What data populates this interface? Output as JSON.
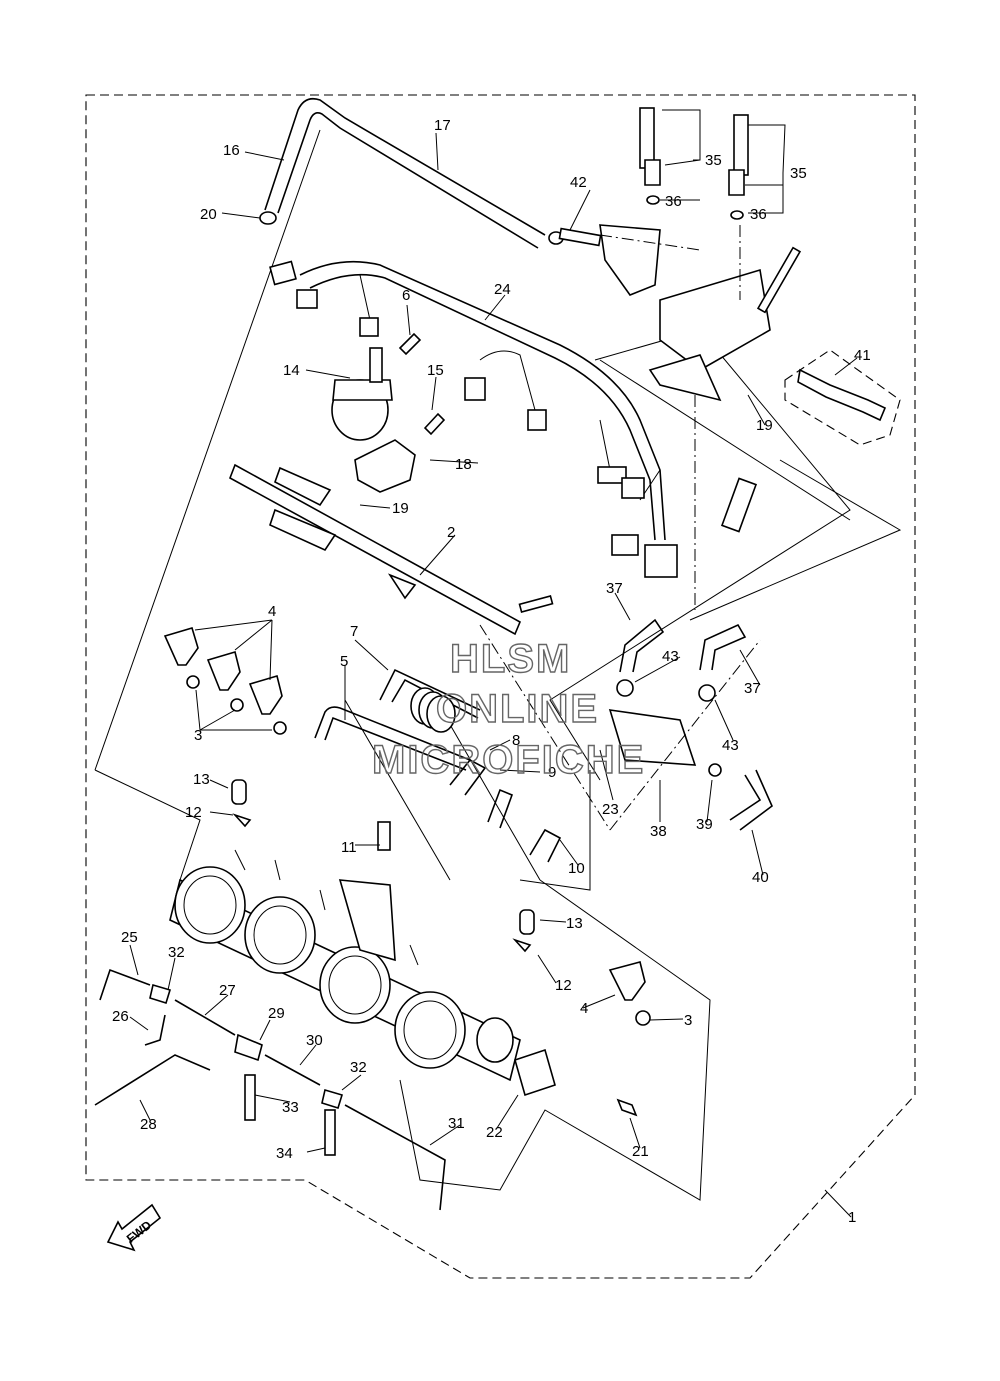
{
  "watermark": {
    "line1": "HLSM",
    "line2": "ONLINE",
    "line3": "MICROFICHE"
  },
  "fwd_label": "FWD",
  "callouts": [
    {
      "id": "c1",
      "text": "1"
    },
    {
      "id": "c2",
      "text": "2"
    },
    {
      "id": "c3a",
      "text": "3"
    },
    {
      "id": "c3b",
      "text": "3"
    },
    {
      "id": "c4a",
      "text": "4"
    },
    {
      "id": "c4b",
      "text": "4"
    },
    {
      "id": "c5",
      "text": "5"
    },
    {
      "id": "c6",
      "text": "6"
    },
    {
      "id": "c7",
      "text": "7"
    },
    {
      "id": "c8",
      "text": "8"
    },
    {
      "id": "c9",
      "text": "9"
    },
    {
      "id": "c10",
      "text": "10"
    },
    {
      "id": "c11",
      "text": "11"
    },
    {
      "id": "c12a",
      "text": "12"
    },
    {
      "id": "c12b",
      "text": "12"
    },
    {
      "id": "c13a",
      "text": "13"
    },
    {
      "id": "c13b",
      "text": "13"
    },
    {
      "id": "c14",
      "text": "14"
    },
    {
      "id": "c15",
      "text": "15"
    },
    {
      "id": "c16",
      "text": "16"
    },
    {
      "id": "c17",
      "text": "17"
    },
    {
      "id": "c18",
      "text": "18"
    },
    {
      "id": "c19a",
      "text": "19"
    },
    {
      "id": "c19b",
      "text": "19"
    },
    {
      "id": "c20",
      "text": "20"
    },
    {
      "id": "c21",
      "text": "21"
    },
    {
      "id": "c22",
      "text": "22"
    },
    {
      "id": "c23",
      "text": "23"
    },
    {
      "id": "c24",
      "text": "24"
    },
    {
      "id": "c25",
      "text": "25"
    },
    {
      "id": "c26",
      "text": "26"
    },
    {
      "id": "c27",
      "text": "27"
    },
    {
      "id": "c28",
      "text": "28"
    },
    {
      "id": "c29",
      "text": "29"
    },
    {
      "id": "c30",
      "text": "30"
    },
    {
      "id": "c31",
      "text": "31"
    },
    {
      "id": "c32a",
      "text": "32"
    },
    {
      "id": "c32b",
      "text": "32"
    },
    {
      "id": "c33",
      "text": "33"
    },
    {
      "id": "c34",
      "text": "34"
    },
    {
      "id": "c35a",
      "text": "35"
    },
    {
      "id": "c35b",
      "text": "35"
    },
    {
      "id": "c36a",
      "text": "36"
    },
    {
      "id": "c36b",
      "text": "36"
    },
    {
      "id": "c37a",
      "text": "37"
    },
    {
      "id": "c37b",
      "text": "37"
    },
    {
      "id": "c38",
      "text": "38"
    },
    {
      "id": "c39",
      "text": "39"
    },
    {
      "id": "c40",
      "text": "40"
    },
    {
      "id": "c41",
      "text": "41"
    },
    {
      "id": "c42",
      "text": "42"
    },
    {
      "id": "c43a",
      "text": "43"
    },
    {
      "id": "c43b",
      "text": "43"
    }
  ]
}
